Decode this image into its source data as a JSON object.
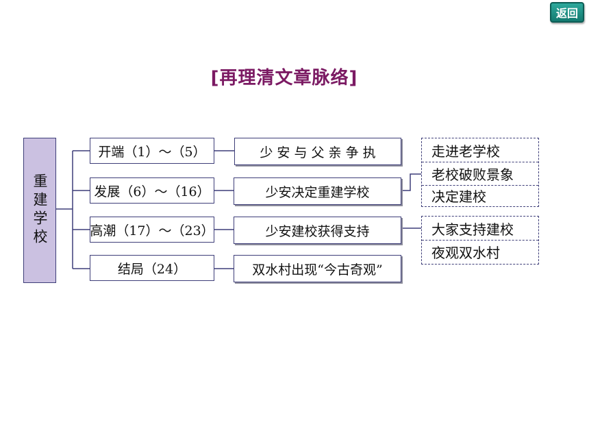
{
  "nav": {
    "back_label": "返回"
  },
  "title": "[再理清文章脉络]",
  "root": "重建学校",
  "rows": [
    {
      "stage": "开端（1）～（5）",
      "event": "少 安 与 父 亲 争 执"
    },
    {
      "stage": "发展（6）～（16）",
      "event": "少安决定重建学校",
      "details": [
        "走进老学校",
        "老校破败景象",
        "决定建校"
      ]
    },
    {
      "stage": "高潮（17）～（23）",
      "event": "少安建校获得支持",
      "details": [
        "大家支持建校",
        "夜观双水村"
      ]
    },
    {
      "stage": "结局（24）",
      "event": "双水村出现“今古奇观”"
    }
  ],
  "colors": {
    "title": "#7b1a63",
    "root_fill": "#cbc1e1",
    "line": "#3d3d78",
    "back_button": "#1f8f84"
  }
}
